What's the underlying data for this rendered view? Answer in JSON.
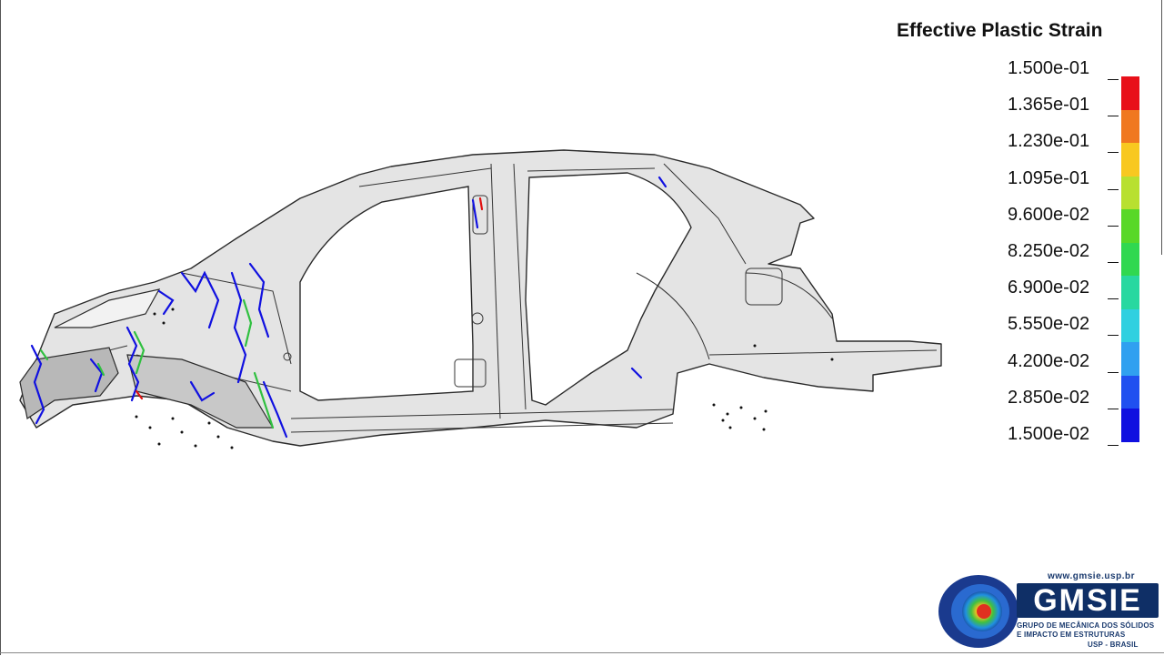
{
  "legend": {
    "title": "Effective Plastic Strain",
    "labels": [
      "1.500e-01",
      "1.365e-01",
      "1.230e-01",
      "1.095e-01",
      "9.600e-02",
      "8.250e-02",
      "6.900e-02",
      "5.550e-02",
      "4.200e-02",
      "2.850e-02",
      "1.500e-02"
    ],
    "colors": [
      "#e8101a",
      "#f07820",
      "#f8c820",
      "#b8e030",
      "#58d828",
      "#30d850",
      "#28d8a0",
      "#30d0e0",
      "#30a0f0",
      "#2050f0",
      "#1010e0"
    ]
  },
  "logo": {
    "url": "www.gmsie.usp.br",
    "name": "GMSIE",
    "subtitle_1": "GRUPO DE MECÂNICA DOS SÓLIDOS",
    "subtitle_2": "E IMPACTO EM ESTRUTURAS",
    "subtitle_3": "USP - BRASIL"
  },
  "colors": {
    "body_fill": "#e4e4e4",
    "body_stroke": "#2a2a2a",
    "strain_blue": "#1010e0",
    "strain_green": "#30c040",
    "strain_red": "#e01010"
  }
}
